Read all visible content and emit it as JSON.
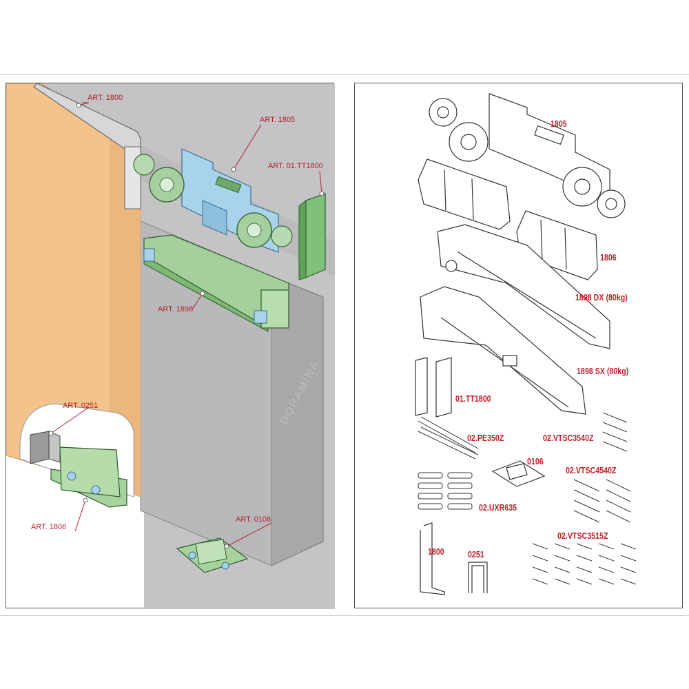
{
  "left_labels": {
    "art_1800": "ART. 1800",
    "art_1805": "ART. 1805",
    "art_01tt1800": "ART. 01.TT1800",
    "art_1898": "ART. 1898",
    "art_0251": "ART. 0251",
    "art_1806": "ART. 1806",
    "art_0106": "ART. 0106"
  },
  "watermark": "DORAMINA",
  "right_labels": {
    "p1805": "1805",
    "p1806": "1806",
    "p1898dx": "1898 DX (80kg)",
    "p1898sx": "1898 SX (80kg)",
    "p01tt1800": "01.TT1800",
    "p02pe350z": "02.PE350Z",
    "p02vtsc3540z": "02.VTSC3540Z",
    "p0106": "0106",
    "p02vtsc4540z": "02.VTSC4540Z",
    "p02uxr635": "02.UXR635",
    "p02vtsc3515z": "02.VTSC3515Z",
    "p1800": "1800",
    "p0251": "0251"
  },
  "colors": {
    "label_red": "#b3202a",
    "door_wood": "#f4c38c",
    "wall_gray": "#c4c4c7",
    "part_green": "#8ec98a",
    "part_blue": "#a9d3ea"
  }
}
